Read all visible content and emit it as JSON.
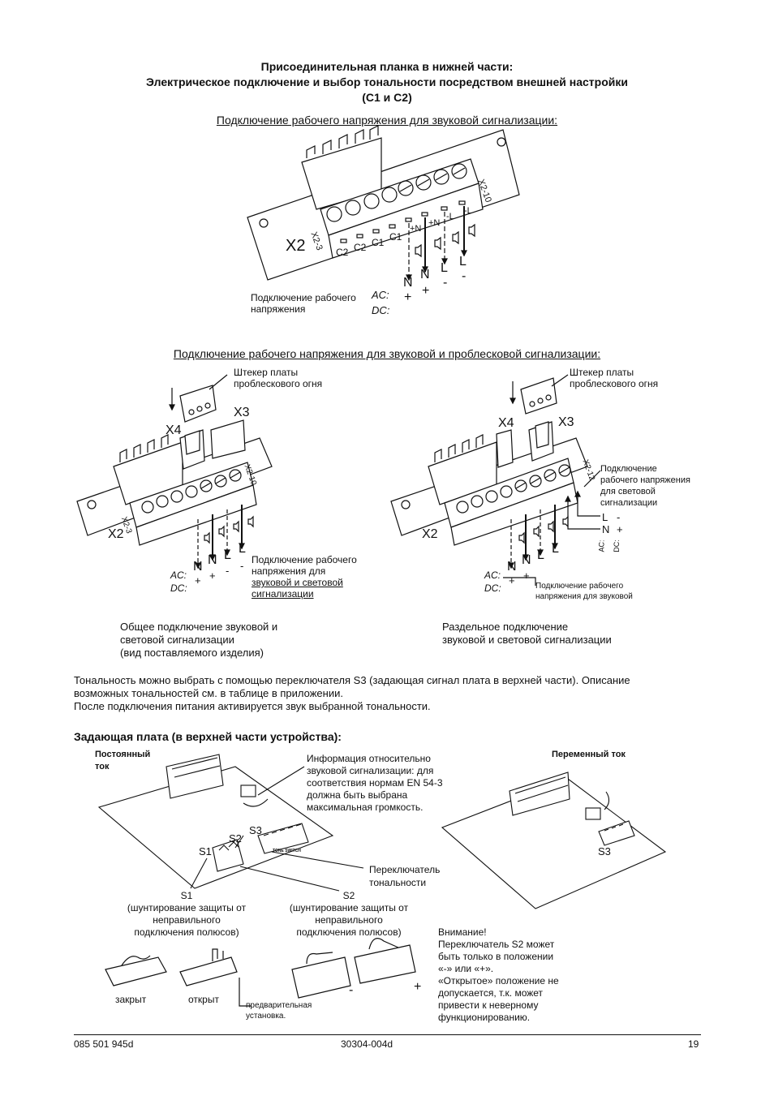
{
  "header": {
    "title_line1": "Присоединительная планка в нижней части:",
    "title_line2": "Электрическое подключение и выбор тональности посредством внешней настройки",
    "title_line3": "(C1 и C2)"
  },
  "section1": {
    "heading": "Подключение рабочего напряжения для звуковой сигнализации:",
    "supply_label_1": "Подключение рабочего",
    "supply_label_2": "напряжения",
    "x2": "X2",
    "x2_3": "X2-3",
    "x2_10": "X2-10",
    "pins": [
      "C2",
      "C2",
      "C1",
      "C1",
      "+N",
      "+N",
      "-L",
      "-L"
    ],
    "ac": "AC:",
    "dc": "DC:",
    "col_letters": [
      "N",
      "N",
      "L",
      "L"
    ],
    "col_signs": [
      "+",
      "+",
      "-",
      "-"
    ]
  },
  "section2": {
    "heading": "Подключение рабочего напряжения для звуковой и проблесковой сигнализации:",
    "plug_label_1": "Штекер платы",
    "plug_label_2": "проблескового огня",
    "x3": "X3",
    "x4": "X4",
    "x2": "X2",
    "x2_3": "X2-3",
    "x2_10": "X2-10",
    "x2_12": "X2-12",
    "left_supply": [
      "Подключение рабочего",
      "напряжения для",
      "звуковой и световой",
      "сигнализации"
    ],
    "right_light": [
      "Подключение",
      "рабочего напряжения",
      "для световой",
      "сигнализации"
    ],
    "right_sound": [
      "Подключение рабочего",
      "напряжения для звуковой"
    ],
    "ac": "AC:",
    "dc": "DC:",
    "l_label": "L",
    "n_label": "N",
    "minus": "-",
    "plus": "+",
    "caption_left": [
      "Общее подключение звуковой и",
      "световой сигнализации",
      "(вид поставляемого изделия)"
    ],
    "caption_right": [
      "Раздельное подключение",
      "звуковой и световой сигнализации"
    ]
  },
  "paragraph": {
    "line1": "Тональность можно выбрать с помощью переключателя S3 (задающая сигнал плата в верхней части). Описание",
    "line2": "возможных тональностей см. в таблице в приложении.",
    "line3": "После подключения питания активируется звук выбранной тональности."
  },
  "section3": {
    "heading": "Задающая плата (в верхней части устройства):",
    "dc_label_1": "Постоянный",
    "dc_label_2": "ток",
    "ac_label": "Переменный ток",
    "info": [
      "Информация относительно",
      "звуковой сигнализации: для",
      "соответствия нормам EN 54-3",
      "должна быть выбрана",
      "максимальная громкость."
    ],
    "s1": "S1",
    "s2": "S2",
    "s3": "S3",
    "tone_switch_1": "Переключатель",
    "tone_switch_2": "тональности",
    "s1_desc": [
      "S1",
      "(шунтирование защиты от",
      "неправильного",
      "подключения полюсов)"
    ],
    "s2_desc": [
      "S2",
      "(шунтирование защиты от",
      "неправильного",
      "подключения полюсов)"
    ],
    "closed": "закрыт",
    "open": "открыт",
    "preset": [
      "предварительная",
      "установка."
    ],
    "warning": [
      "Внимание!",
      "Переключатель S2 может",
      "быть только в положении",
      "«-» или «+».",
      "«Открытое» положение не",
      "допускается, т.к. может",
      "привести к неверному",
      "функционированию."
    ],
    "tone_switch_print": "TONE SWITCH"
  },
  "footer": {
    "left": "085 501 945d",
    "center": "30304-004d",
    "right": "19"
  }
}
